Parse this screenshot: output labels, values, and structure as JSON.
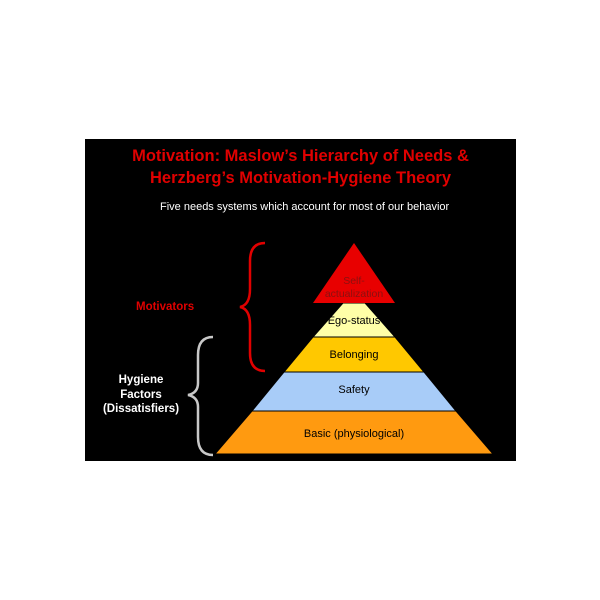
{
  "title": {
    "line1": "Motivation: Maslow’s Hierarchy of Needs &",
    "line2": "Herzberg’s Motivation-Hygiene Theory"
  },
  "subtitle": "Five needs systems which account for most of our behavior",
  "pyramid": {
    "levels": [
      {
        "label_line1": "Self-",
        "label_line2": "actualization",
        "color": "#e80000"
      },
      {
        "label": "Ego-status",
        "color": "#ffffa8"
      },
      {
        "label": "Belonging",
        "color": "#ffc800"
      },
      {
        "label": "Safety",
        "color": "#a8ccf8"
      },
      {
        "label": "Basic (physiological)",
        "color": "#ff9a10"
      }
    ]
  },
  "groups": {
    "motivators": {
      "label": "Motivators",
      "color": "#e00000"
    },
    "hygiene": {
      "line1": "Hygiene",
      "line2": "Factors",
      "line3": "(Dissatisfiers)",
      "color": "#c8c8c8"
    }
  },
  "colors": {
    "slide_background": "#000000",
    "title": "#e00000",
    "subtitle": "#ffffff"
  }
}
